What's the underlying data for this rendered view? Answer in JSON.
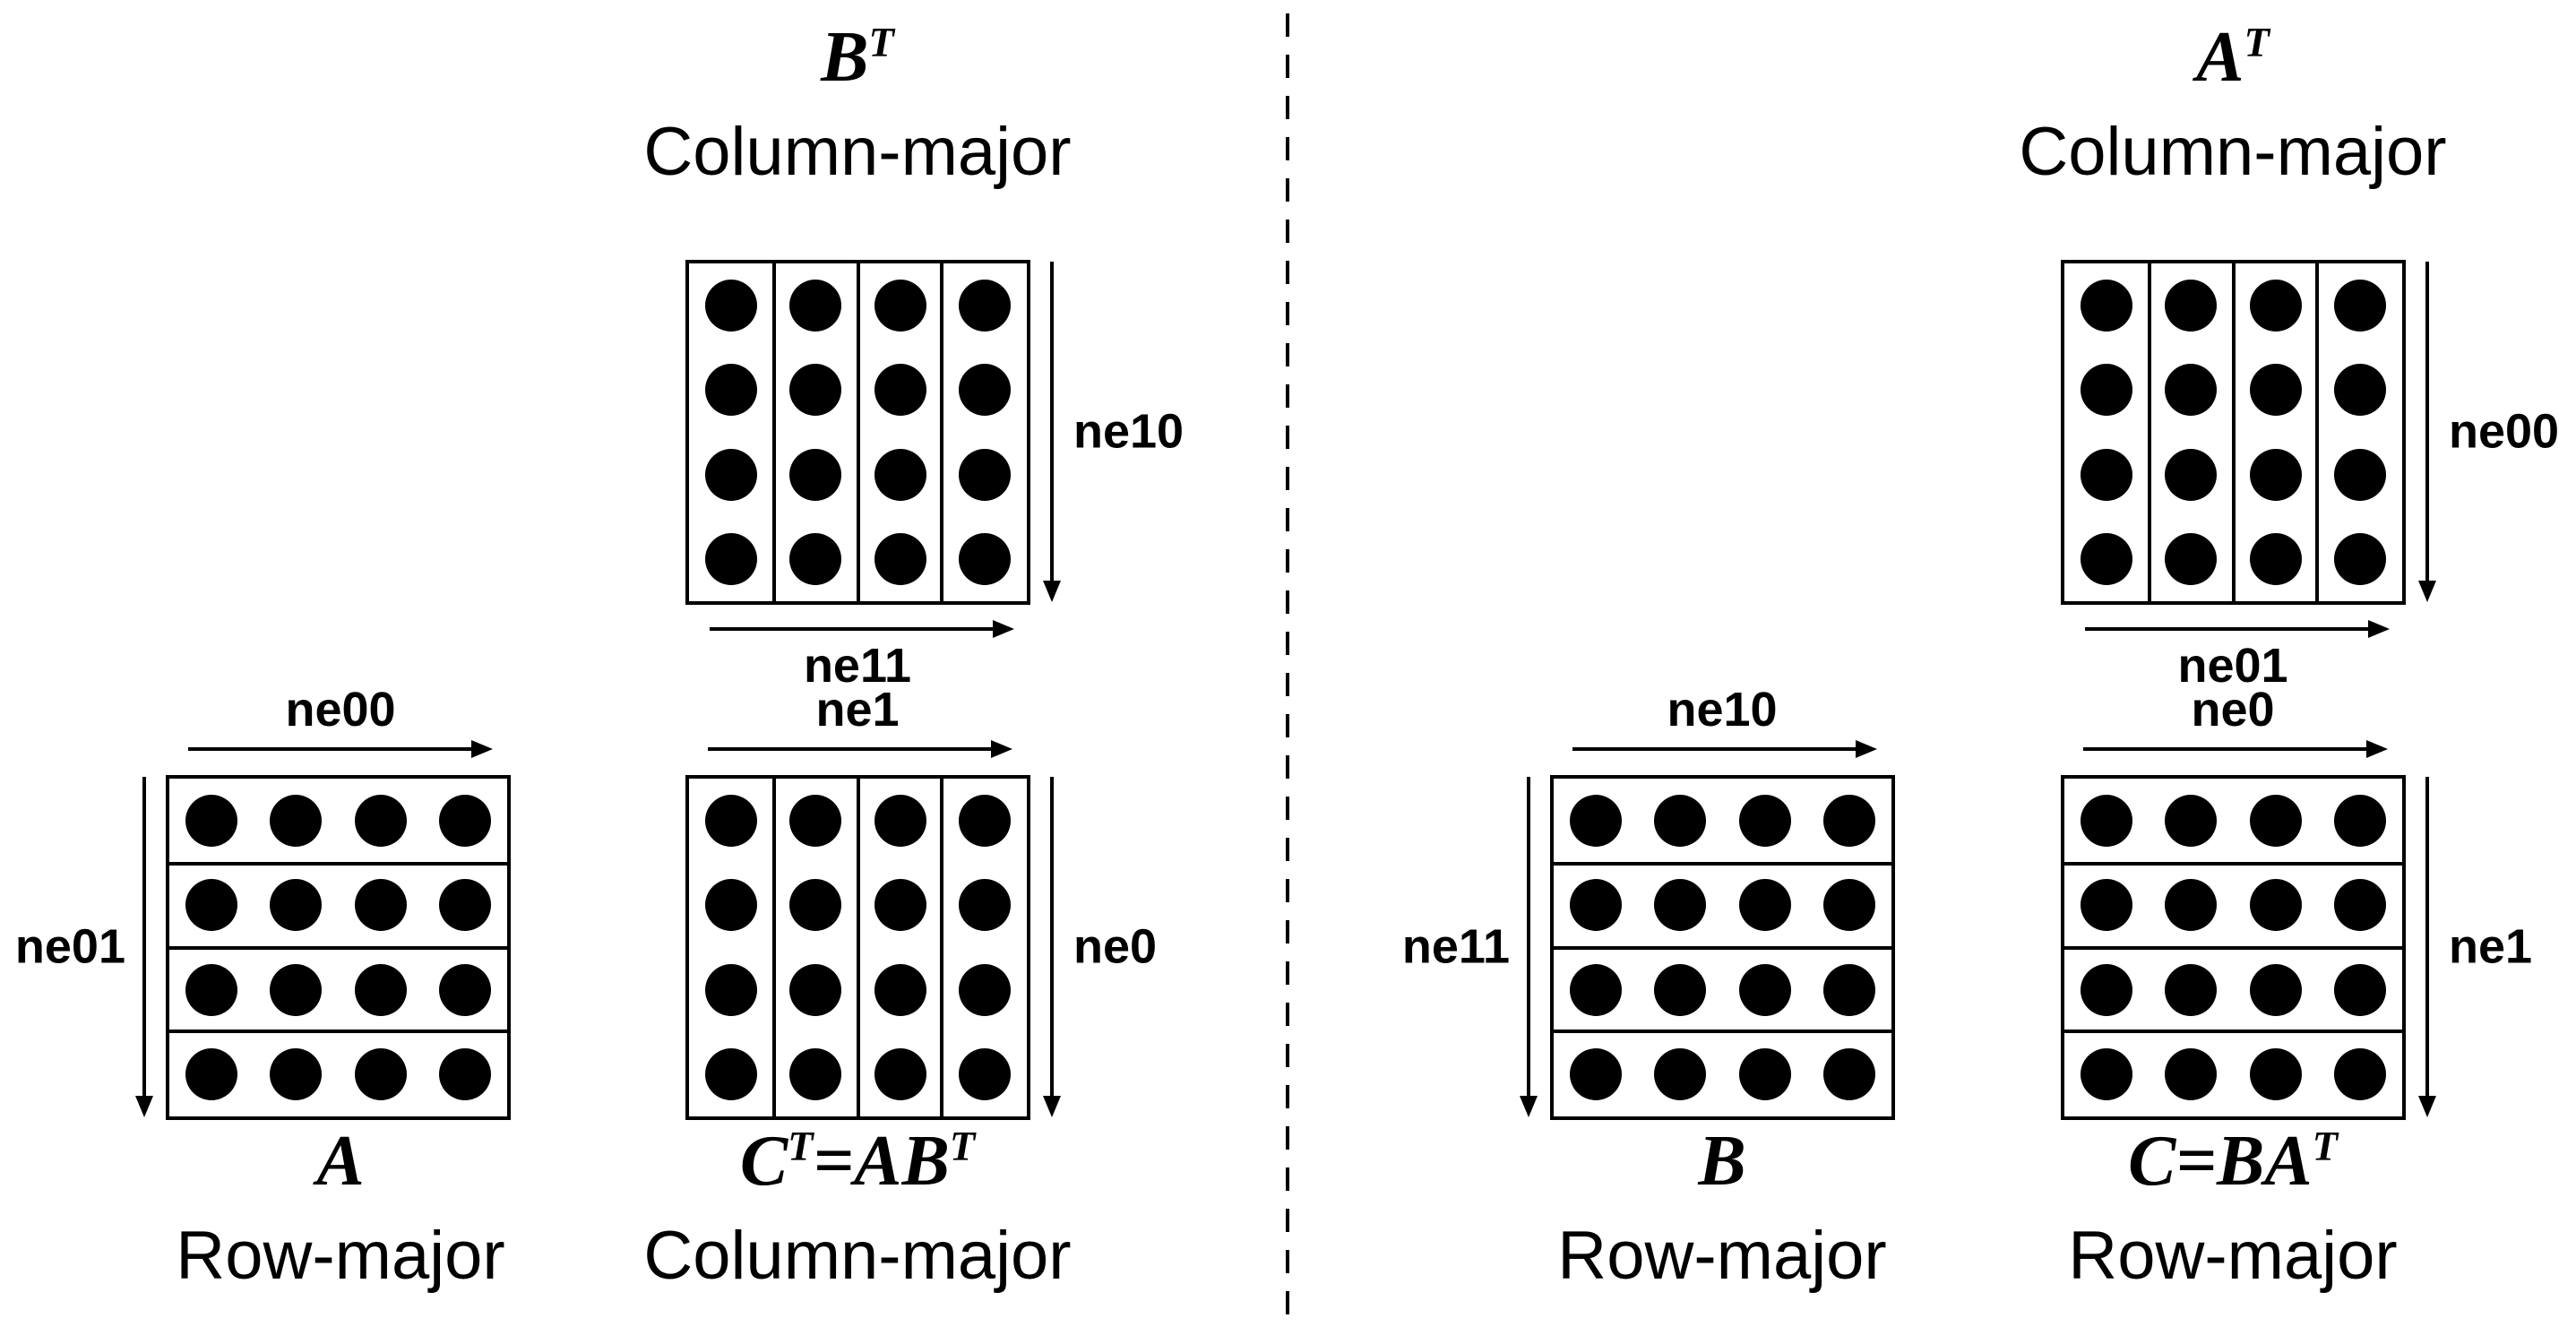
{
  "figure": {
    "description": "Matrix memory-layout diagram (row-major vs column-major) for transposed matrix multiplication",
    "grid": {
      "rows": 4,
      "cols": 4
    },
    "panels": {
      "left": {
        "top_matrix": {
          "title": "B^T",
          "layout": "Column-major",
          "right_arrow_label": "ne10",
          "bottom_arrow_label": "ne11"
        },
        "bottom_left_matrix": {
          "title": "A",
          "layout": "Row-major",
          "top_arrow_label": "ne00",
          "left_arrow_label": "ne01"
        },
        "bottom_right_matrix": {
          "title": "C^T=AB^T",
          "layout": "Column-major",
          "top_arrow_label": "ne1",
          "right_arrow_label": "ne0"
        }
      },
      "right": {
        "top_matrix": {
          "title": "A^T",
          "layout": "Column-major",
          "right_arrow_label": "ne00",
          "bottom_arrow_label": "ne01"
        },
        "bottom_left_matrix": {
          "title": "B",
          "layout": "Row-major",
          "top_arrow_label": "ne10",
          "left_arrow_label": "ne11"
        },
        "bottom_right_matrix": {
          "title": "C=BA^T",
          "layout": "Row-major",
          "top_arrow_label": "ne0",
          "right_arrow_label": "ne1"
        }
      }
    },
    "colors": {
      "ink": "#000000",
      "background": "#ffffff"
    }
  }
}
